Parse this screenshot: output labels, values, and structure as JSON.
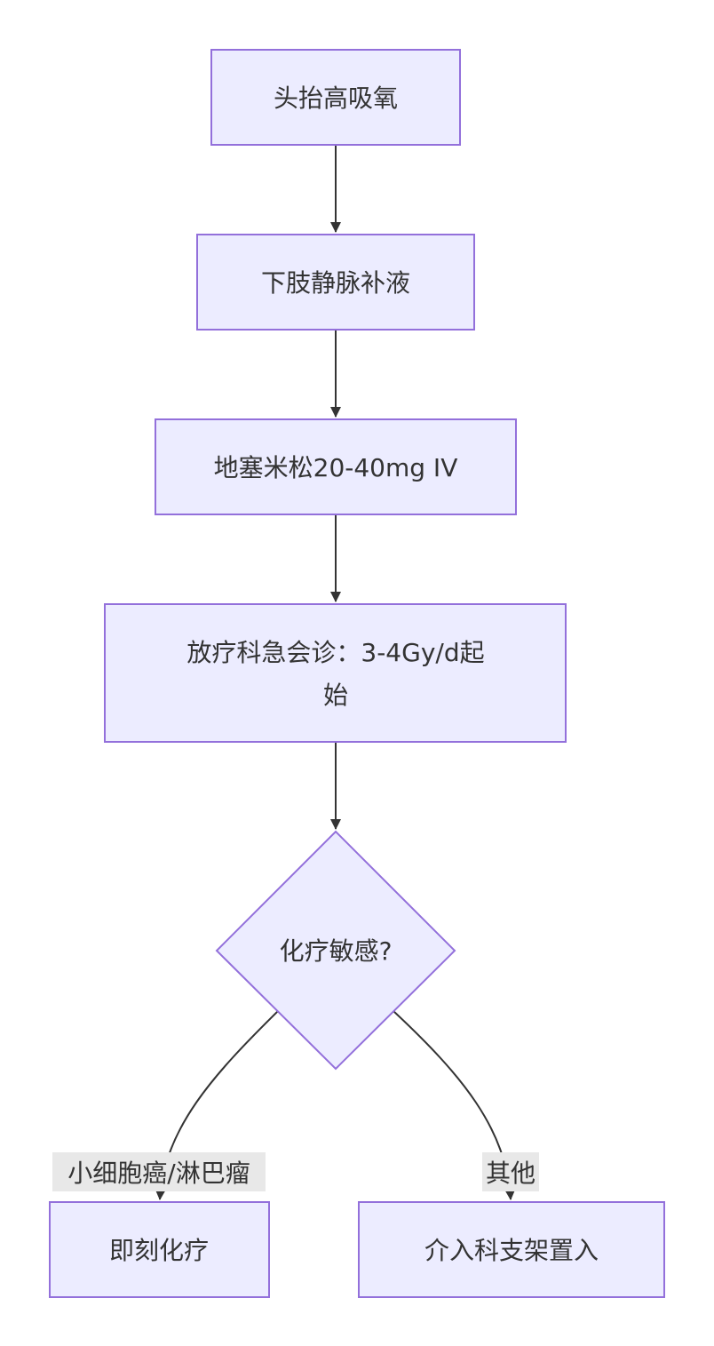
{
  "nodes": {
    "head_up_oxygen": "头抬高吸氧",
    "iv_fluids": "下肢静脉补液",
    "dexamethasone": "地塞米松20-40mg IV",
    "radiotherapy_line1": "放疗科急会诊：3-4Gy/d起",
    "radiotherapy_line2": "始",
    "chemo_sensitive": "化疗敏感?",
    "immediate_chemo": "即刻化疗",
    "stent": "介入科支架置入"
  },
  "edges": {
    "label_left": "小细胞癌/淋巴瘤",
    "label_right": "其他"
  },
  "colors": {
    "node_fill": "#ECECFF",
    "node_stroke": "#9370DB",
    "edge": "#333333",
    "label_bg": "#E8E8E8"
  }
}
